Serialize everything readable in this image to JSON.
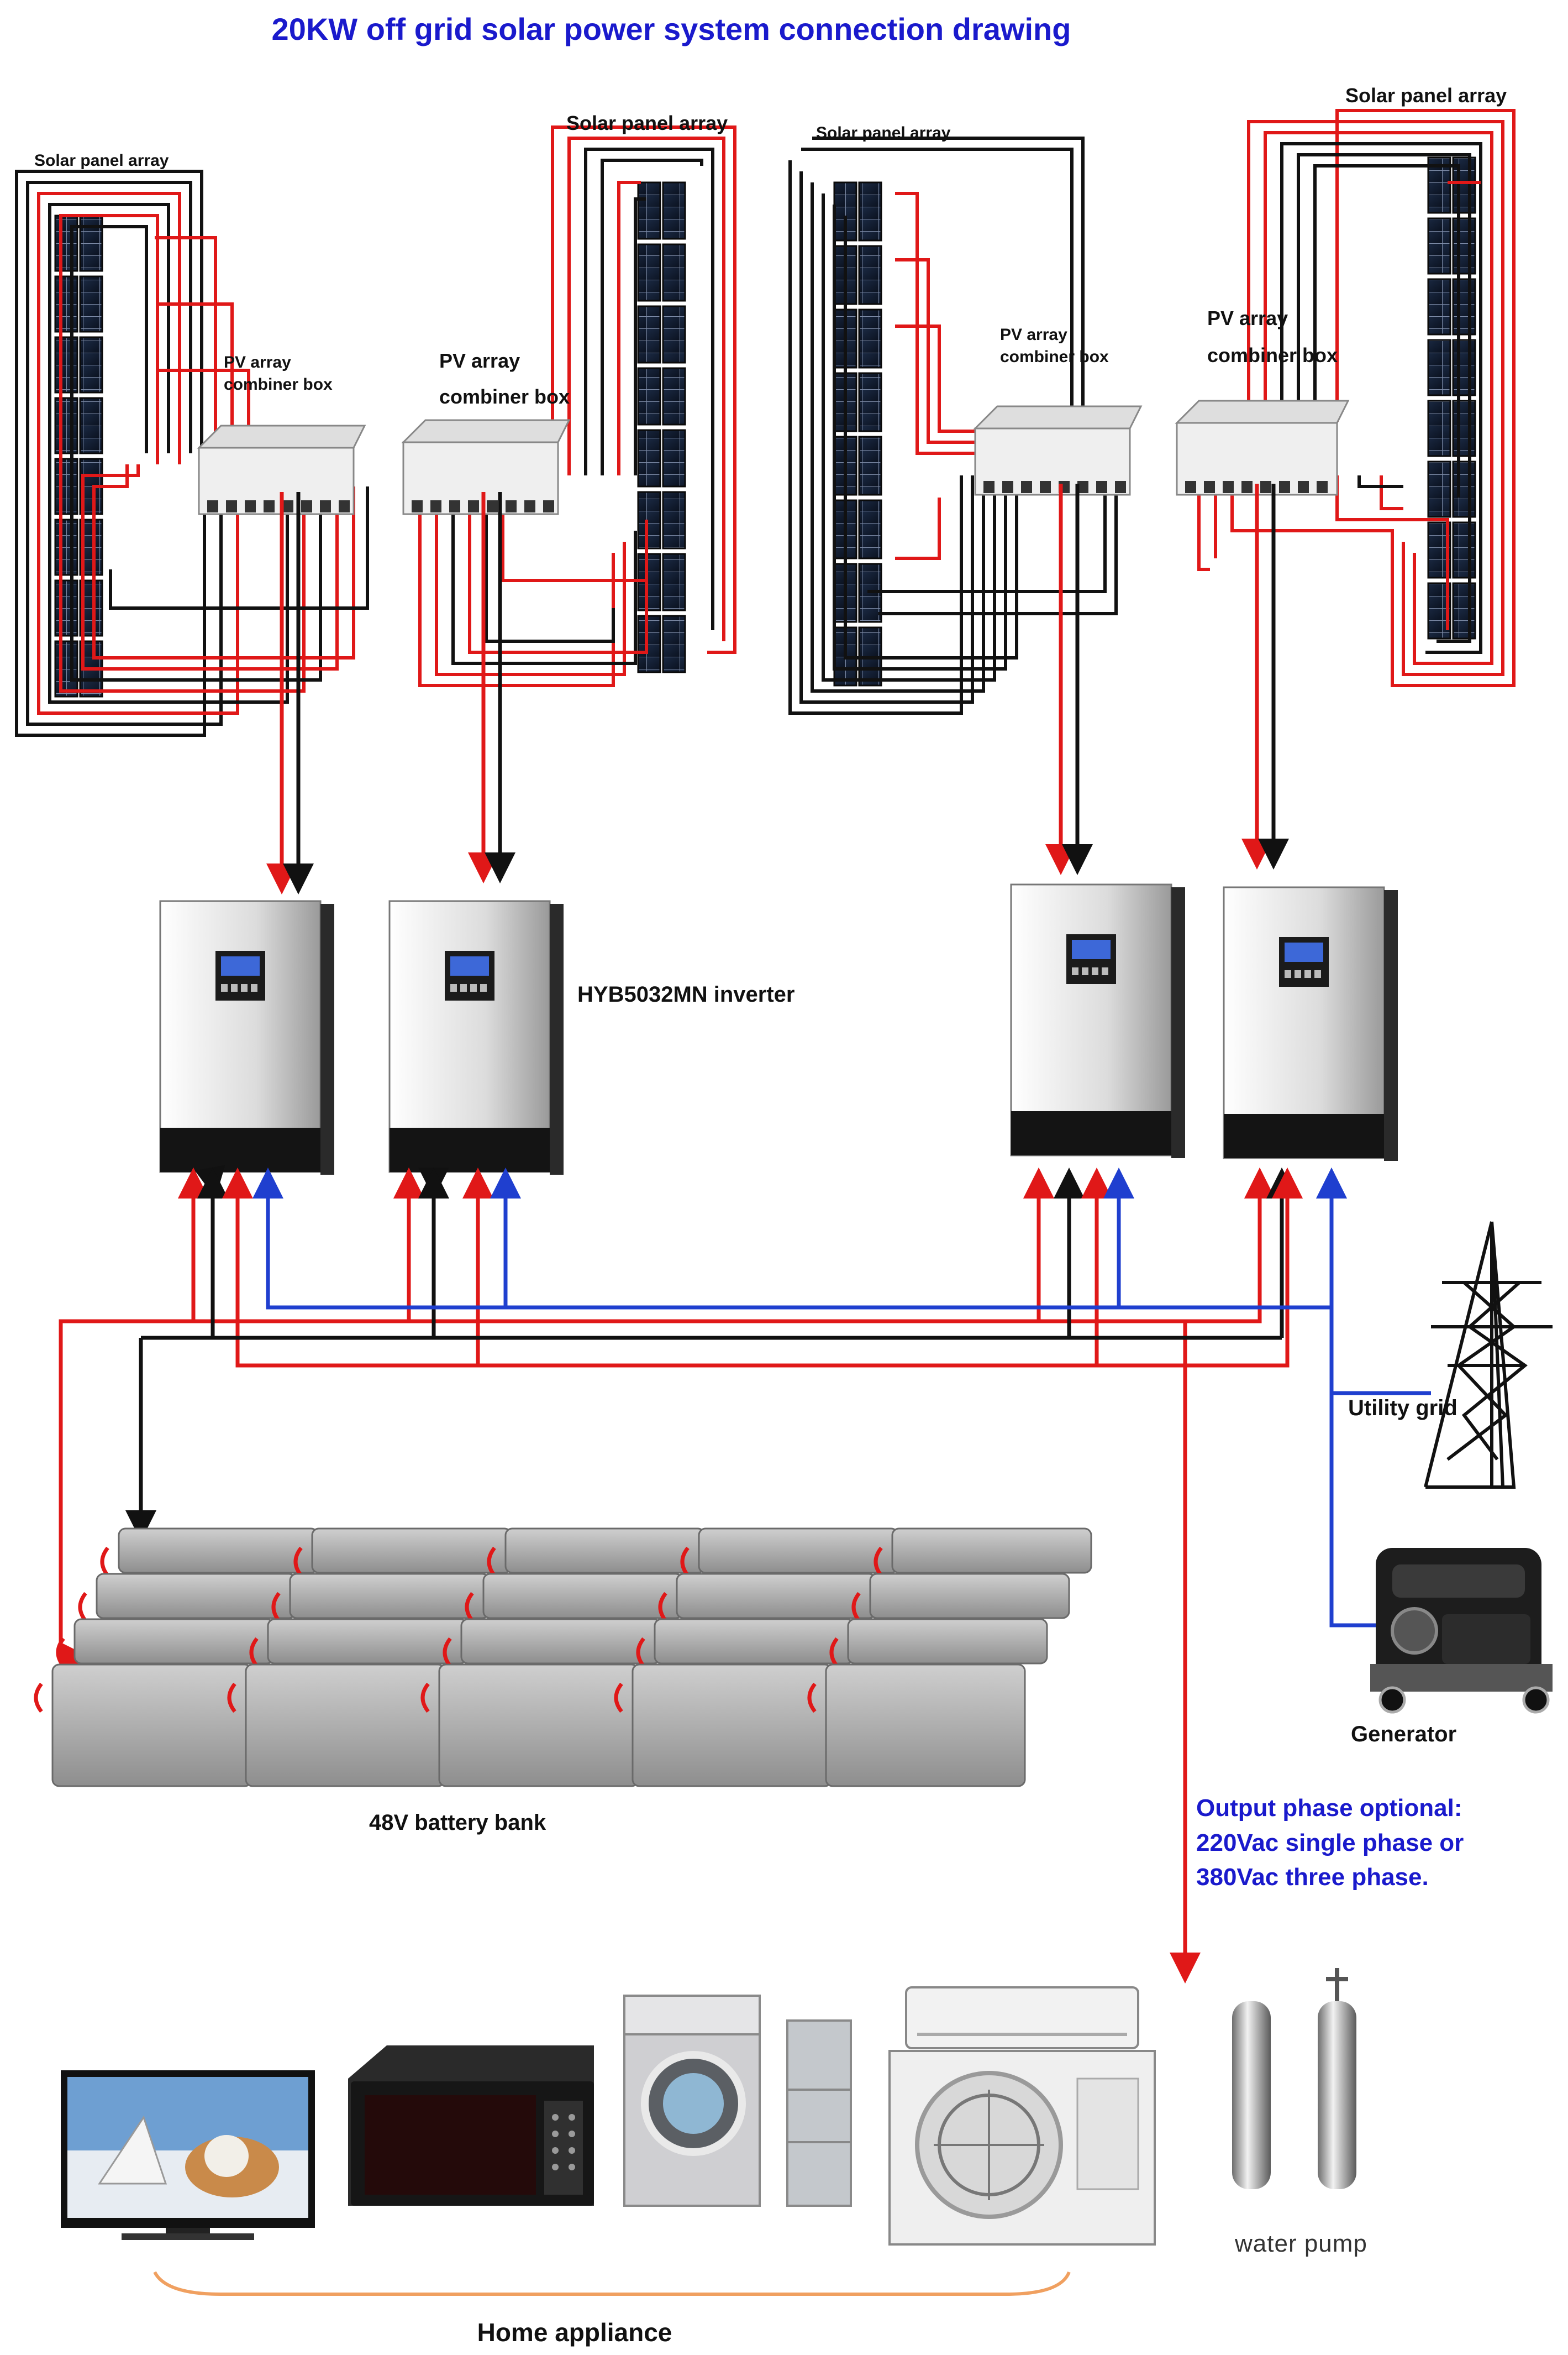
{
  "title": "20KW off grid solar power system connection drawing",
  "labels": {
    "solar_array_1": "Solar panel array",
    "solar_array_2": "Solar panel array",
    "solar_array_3": "Solar panel array",
    "solar_array_4": "Solar panel array",
    "combiner_1_l1": "PV array",
    "combiner_1_l2": "combiner box",
    "combiner_2_l1": "PV array",
    "combiner_2_l2": "combiner box",
    "combiner_3_l1": "PV array",
    "combiner_3_l2": "combiner box",
    "combiner_4_l1": "PV array",
    "combiner_4_l2": "combiner box",
    "inverter": "HYB5032MN inverter",
    "utility_grid": "Utility grid",
    "generator": "Generator",
    "battery_bank": "48V battery bank",
    "output_note": [
      "Output phase optional:",
      "220Vac single phase or",
      "380Vac three phase."
    ],
    "water_pump": "water pump",
    "home_appliance": "Home appliance"
  },
  "colors": {
    "title": "#1a1acc",
    "note": "#1a1acc",
    "positive_wire": "#e01818",
    "negative_wire": "#111111",
    "ac_wire": "#1f3fcf",
    "bracket": "#f0a060"
  }
}
